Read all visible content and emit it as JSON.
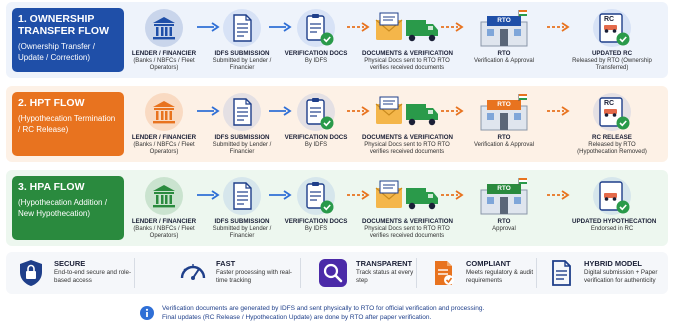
{
  "flows": [
    {
      "title": "1. OWNERSHIP TRANSFER FLOW",
      "subtitle": "(Ownership Transfer / Update / Correction)",
      "steps": [
        {
          "title": "LENDER / FINANCIER",
          "desc": "(Banks / NBFCs / Fleet Operators)"
        },
        {
          "title": "IDFS SUBMISSION",
          "desc": "Submitted by Lender / Financier"
        },
        {
          "title": "VERIFICATION DOCS",
          "desc": "By IDFS"
        },
        {
          "title": "DOCUMENTS & VERIFICATION",
          "desc": "Physical Docs sent to RTO RTO verifies received documents"
        },
        {
          "title": "RTO",
          "desc": "Verification & Approval"
        },
        {
          "title": "UPDATED RC",
          "desc": "Released by RTO (Ownership Transferred)"
        }
      ],
      "rto_sign": "RTO",
      "rc_card": "RC"
    },
    {
      "title": "2. HPT FLOW",
      "subtitle": "(Hypothecation Termination / RC Release)",
      "steps": [
        {
          "title": "LENDER / FINANCIER",
          "desc": "(Banks / NBFCs / Fleet Operators)"
        },
        {
          "title": "IDFS SUBMISSION",
          "desc": "Submitted by Lender / Financier"
        },
        {
          "title": "VERIFICATION DOCS",
          "desc": "By IDFS"
        },
        {
          "title": "DOCUMENTS & VERIFICATION",
          "desc": "Physical Docs sent to RTO RTO verifies received documents"
        },
        {
          "title": "RTO",
          "desc": "Verification & Approval"
        },
        {
          "title": "RC RELEASE",
          "desc": "Released by RTO (Hypothecation Removed)"
        }
      ],
      "rto_sign": "RTO",
      "rc_card": "RC"
    },
    {
      "title": "3. HPA FLOW",
      "subtitle": "(Hypothecation Addition / New Hypothecation)",
      "steps": [
        {
          "title": "LENDER / FINANCIER",
          "desc": "(Banks / NBFCs / Fleet Operators)"
        },
        {
          "title": "IDFS SUBMISSION",
          "desc": "Submitted by Lender / Financier"
        },
        {
          "title": "VERIFICATION DOCS",
          "desc": "By IDFS"
        },
        {
          "title": "DOCUMENTS & VERIFICATION",
          "desc": "Physical Docs sent to RTO RTO verifies received documents"
        },
        {
          "title": "RTO",
          "desc": "Approval"
        },
        {
          "title": "UPDATED HYPOTHECATION",
          "desc": "Endorsed in RC"
        }
      ],
      "rto_sign": "RTO",
      "rc_card": ""
    }
  ],
  "features": [
    {
      "title": "SECURE",
      "desc": "End-to-end secure and role-based access",
      "icon": "lock-icon"
    },
    {
      "title": "FAST",
      "desc": "Faster processing with real-time tracking",
      "icon": "speedometer-icon"
    },
    {
      "title": "TRANSPARENT",
      "desc": "Track status at every step",
      "icon": "search-icon"
    },
    {
      "title": "COMPLIANT",
      "desc": "Meets regulatory & audit requirements",
      "icon": "checklist-icon"
    },
    {
      "title": "HYBRID MODEL",
      "desc": "Digital submission + Paper verification for authenticity",
      "icon": "document-icon"
    }
  ],
  "info": {
    "line1": "Verification documents are generated by IDFS and sent physically to RTO for official verification and processing.",
    "line2": "Final updates (RC Release / Hypothecation Update) are done by RTO after paper verification."
  },
  "colors": {
    "flow1": "#1f4fa8",
    "flow2": "#e8731f",
    "flow3": "#2a8a3e",
    "arrow_blue": "#2f6fd6",
    "arrow_orange": "#e8731f",
    "check_green": "#2a9a4a"
  }
}
